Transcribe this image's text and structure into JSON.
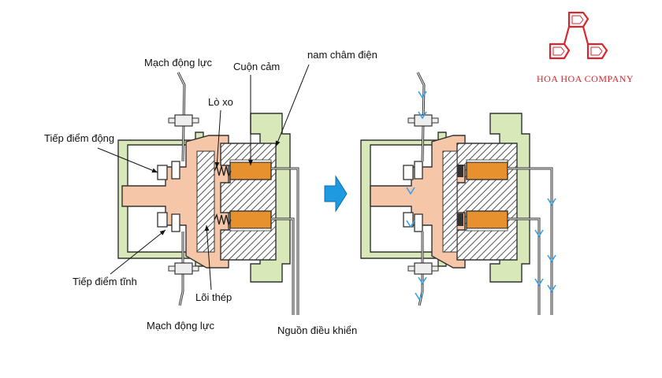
{
  "labels": {
    "power_circuit_top": "Mạch động lực",
    "coil": "Cuộn cảm",
    "electromagnet": "nam châm điện",
    "spring": "Lò xo",
    "moving_contact": "Tiếp điểm động",
    "fixed_contact": "Tiếp điểm tĩnh",
    "steel_core": "Lõi thép",
    "power_circuit_bottom": "Mạch động lực",
    "control_source": "Nguồn điều khiển"
  },
  "brand": {
    "name": "HOA HOA COMPANY",
    "logo_mark": "DDD"
  },
  "colors": {
    "coil": "#e6912e",
    "housing": "#d9e8b8",
    "armature": "#f5c7a8",
    "core": "#f5c7a8",
    "arrow": "#1e9be0",
    "current": "#3aa0e8",
    "brand": "#d9262c"
  }
}
